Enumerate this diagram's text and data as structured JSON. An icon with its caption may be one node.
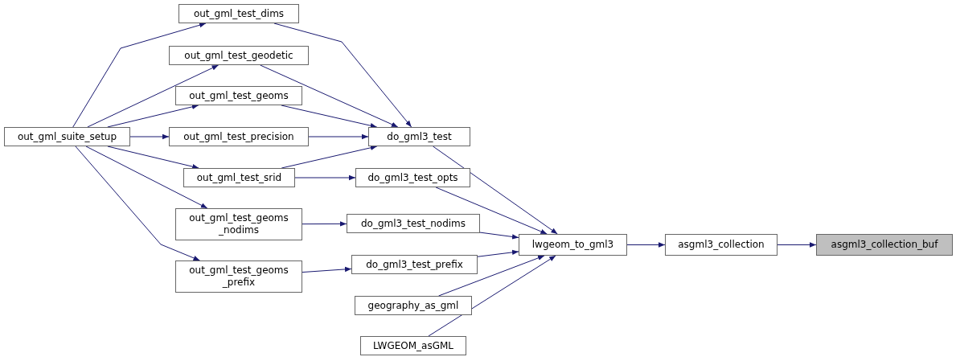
{
  "diagram": {
    "nodes": [
      {
        "text": [
          "out_gml_suite_setup"
        ]
      },
      {
        "text": [
          "out_gml_test_dims"
        ]
      },
      {
        "text": [
          "out_gml_test_geodetic"
        ]
      },
      {
        "text": [
          "out_gml_test_geoms"
        ]
      },
      {
        "text": [
          "out_gml_test_precision"
        ]
      },
      {
        "text": [
          "out_gml_test_srid"
        ]
      },
      {
        "text": [
          "out_gml_test_geoms _nodims"
        ]
      },
      {
        "text": [
          "out_gml_test_geoms _prefix"
        ]
      },
      {
        "text": [
          "do_gml3_test"
        ]
      },
      {
        "text": [
          "do_gml3_test_opts"
        ]
      },
      {
        "text": [
          "do_gml3_test_nodims"
        ]
      },
      {
        "text": [
          "do_gml3_test_prefix"
        ]
      },
      {
        "text": [
          "geography_as_gml"
        ]
      },
      {
        "text": [
          "LWGEOM_asGML"
        ]
      },
      {
        "text": [
          "lwgeom_to_gml3"
        ]
      },
      {
        "text": [
          "asgml3_collection"
        ]
      },
      {
        "text": [
          "asgml3_collection_buf"
        ]
      }
    ],
    "edges": [
      {
        "from": 0,
        "to": 1,
        "arrow": "to"
      },
      {
        "from": 0,
        "to": 2,
        "arrow": "to"
      },
      {
        "from": 0,
        "to": 3,
        "arrow": "to"
      },
      {
        "from": 0,
        "to": 4,
        "arrow": "to"
      },
      {
        "from": 0,
        "to": 5,
        "arrow": "to"
      },
      {
        "from": 0,
        "to": 6,
        "arrow": "to"
      },
      {
        "from": 0,
        "to": 7,
        "arrow": "to"
      },
      {
        "from": 1,
        "to": 8,
        "arrow": "to"
      },
      {
        "from": 2,
        "to": 8,
        "arrow": "to"
      },
      {
        "from": 3,
        "to": 8,
        "arrow": "to"
      },
      {
        "from": 4,
        "to": 8,
        "arrow": "to"
      },
      {
        "from": 5,
        "to": 8,
        "arrow": "to"
      },
      {
        "from": 5,
        "to": 9,
        "arrow": "to"
      },
      {
        "from": 6,
        "to": 10,
        "arrow": "to"
      },
      {
        "from": 7,
        "to": 11,
        "arrow": "to"
      },
      {
        "from": 8,
        "to": 14,
        "arrow": "to"
      },
      {
        "from": 9,
        "to": 14,
        "arrow": "to"
      },
      {
        "from": 10,
        "to": 14,
        "arrow": "to"
      },
      {
        "from": 11,
        "to": 14,
        "arrow": "to"
      },
      {
        "from": 12,
        "to": 14,
        "arrow": "to"
      },
      {
        "from": 13,
        "to": 14,
        "arrow": "to"
      },
      {
        "from": 14,
        "to": 15,
        "arrow": "to"
      },
      {
        "from": 15,
        "to": 16,
        "arrow": "to"
      }
    ]
  }
}
